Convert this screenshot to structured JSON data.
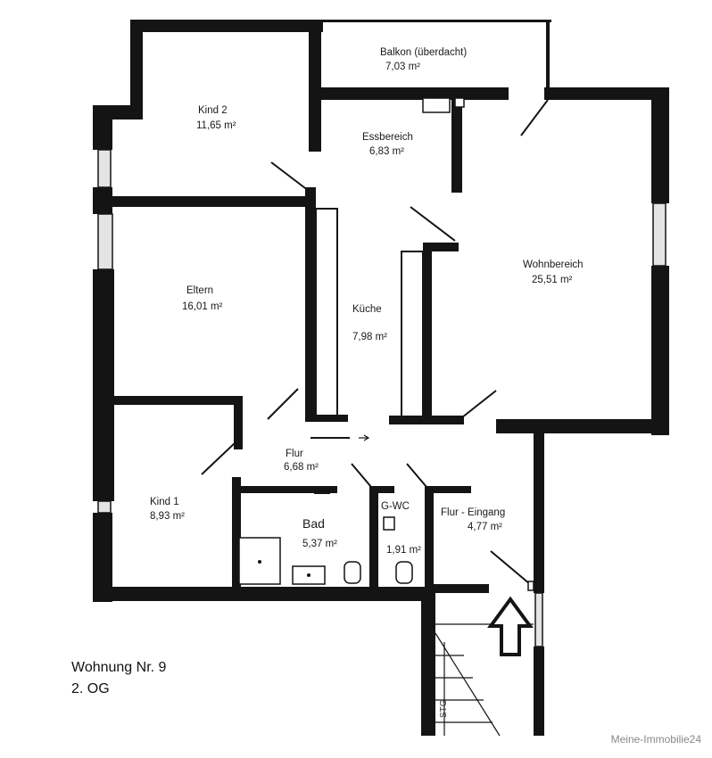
{
  "rooms": {
    "balkon": {
      "name": "Balkon (überdacht)",
      "area": "7,03 m²"
    },
    "kind2": {
      "name": "Kind 2",
      "area": "11,65 m²"
    },
    "essbereich": {
      "name": "Essbereich",
      "area": "6,83 m²"
    },
    "wohnbereich": {
      "name": "Wohnbereich",
      "area": "25,51 m²"
    },
    "eltern": {
      "name": "Eltern",
      "area": "16,01 m²"
    },
    "kueche": {
      "name": "Küche",
      "area": "7,98 m²"
    },
    "flur": {
      "name": "Flur",
      "area": "6,68 m²"
    },
    "kind1": {
      "name": "Kind 1",
      "area": "8,93 m²"
    },
    "bad": {
      "name": "Bad",
      "area": "5,37 m²"
    },
    "gwc": {
      "name": "G-WC",
      "area": "1,91 m²"
    },
    "flur_eingang": {
      "name": "Flur - Eingang",
      "area": "4,77 m²"
    }
  },
  "apartment": {
    "number": "Wohnung Nr. 9",
    "floor": "2. OG"
  },
  "stairs_mark": "3",
  "stairs_text": "STG",
  "watermark": "Meine-Immobilie24",
  "colors": {
    "wall": "#141414",
    "background": "#ffffff",
    "watermark": "#888888"
  }
}
